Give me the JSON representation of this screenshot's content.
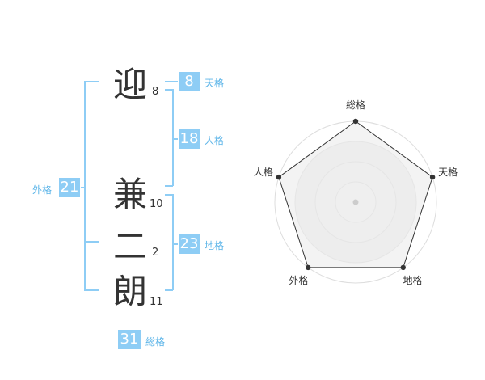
{
  "name": {
    "chars": [
      {
        "char": "迎",
        "strokes": "8"
      },
      {
        "char": "兼",
        "strokes": "10"
      },
      {
        "char": "二",
        "strokes": "2"
      },
      {
        "char": "朗",
        "strokes": "11"
      }
    ]
  },
  "kakusu": {
    "tenkaku": {
      "value": "8",
      "label": "天格"
    },
    "jinkaku": {
      "value": "18",
      "label": "人格"
    },
    "chikaku": {
      "value": "23",
      "label": "地格"
    },
    "gaikaku": {
      "value": "21",
      "label": "外格"
    },
    "soukaku": {
      "value": "31",
      "label": "総格"
    }
  },
  "colors": {
    "accent": "#8ecdf5",
    "label": "#5bb4e8",
    "text": "#333333"
  },
  "chart_data": {
    "type": "radar",
    "axes": [
      "総格",
      "天格",
      "地格",
      "外格",
      "人格"
    ],
    "values": [
      4,
      4,
      4,
      4,
      4
    ],
    "rmax": 4,
    "rings": 4
  }
}
